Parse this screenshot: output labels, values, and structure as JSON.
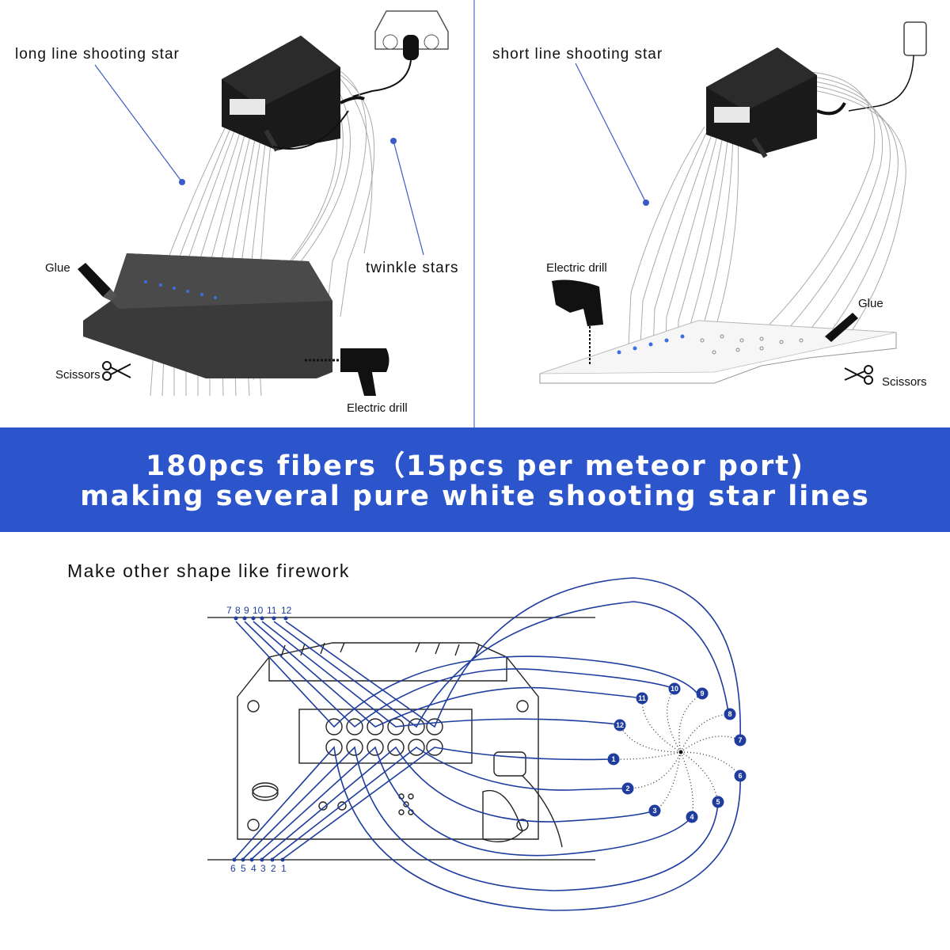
{
  "top_left": {
    "title": "long line shooting star",
    "labels": {
      "glue": "Glue",
      "scissors": "Scissors",
      "twinkle": "twinkle stars",
      "drill": "Electric drill"
    }
  },
  "top_right": {
    "title": "short line shooting star",
    "labels": {
      "drill": "Electric drill",
      "glue": "Glue",
      "scissors": "Scissors"
    }
  },
  "banner": {
    "line1": "180pcs fibers（15pcs per meteor port)",
    "line2": "making several pure white shooting star lines",
    "bg_color": "#2c55cc"
  },
  "firework": {
    "title": "Make other shape like firework",
    "top_ports": [
      "7",
      "8",
      "9",
      "10",
      "11",
      "12"
    ],
    "bottom_ports": [
      "6",
      "5",
      "4",
      "3",
      "2",
      "1"
    ],
    "badges": [
      "1",
      "2",
      "3",
      "4",
      "5",
      "6",
      "7",
      "8",
      "9",
      "10",
      "11",
      "12"
    ],
    "line_color": "#1e3d9e"
  }
}
